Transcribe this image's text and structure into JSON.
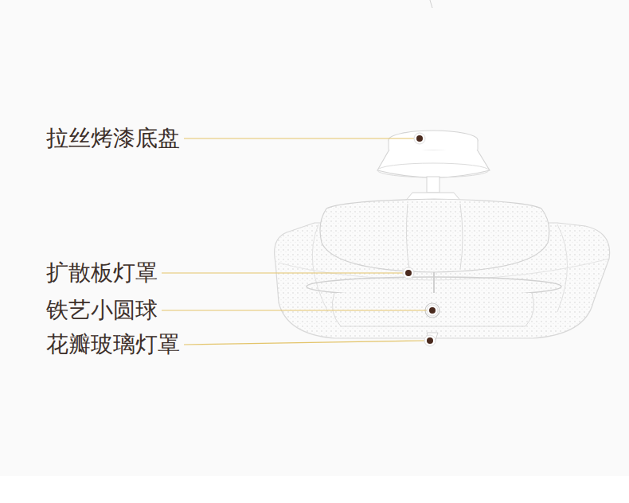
{
  "diagram": {
    "labels": [
      "拉丝烤漆底盘",
      "扩散板灯罩",
      "铁艺小圆球",
      "花瓣玻璃灯罩"
    ]
  }
}
